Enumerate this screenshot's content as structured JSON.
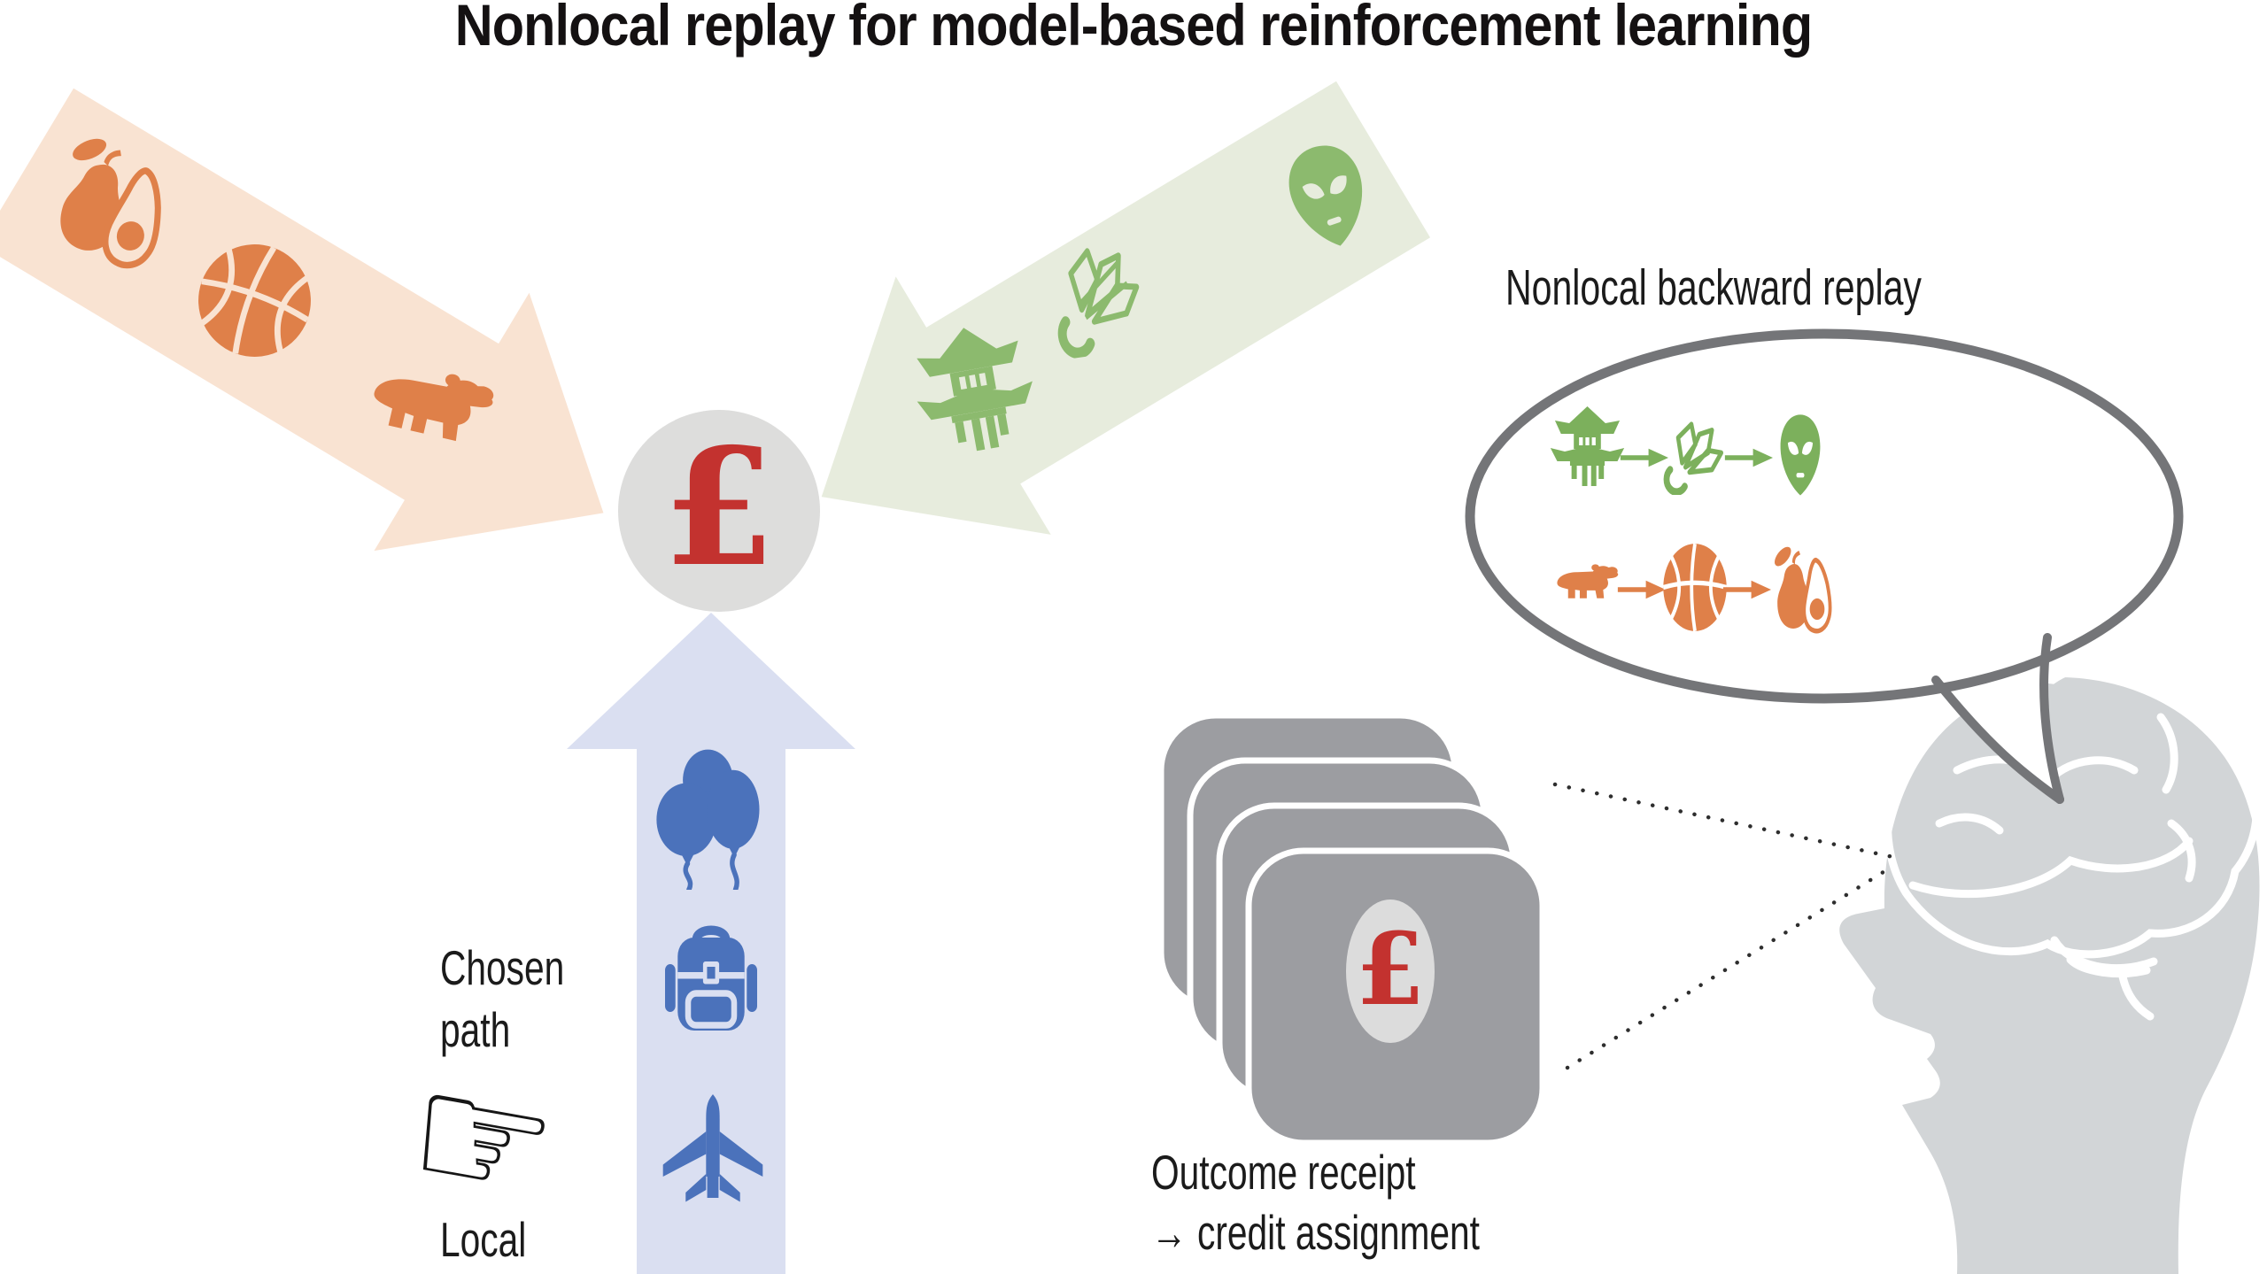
{
  "title": "Nonlocal replay for model-based reinforcement learning",
  "reward": {
    "symbol": "£"
  },
  "chosen": {
    "line1": "Chosen",
    "line2": "path",
    "local": "Local"
  },
  "bubble": {
    "label": "Nonlocal backward replay",
    "rows": [
      {
        "color": "green",
        "sequence": [
          "pagoda",
          "shuttlecock",
          "alien"
        ]
      },
      {
        "color": "orange",
        "sequence": [
          "bear",
          "basketball",
          "avocado"
        ]
      }
    ]
  },
  "outcome": {
    "line1": "Outcome receipt",
    "arrow": "→",
    "line2": "credit assignment",
    "symbol": "£"
  },
  "icons": {
    "hand_pointer": "☞"
  },
  "paths": {
    "left_nonlocal": {
      "items": [
        "avocado",
        "basketball",
        "bear"
      ],
      "icon_color": "#df8049",
      "band_color": "#f9e3d2"
    },
    "right_nonlocal": {
      "items": [
        "pagoda",
        "shuttlecock",
        "alien"
      ],
      "icon_color": "#8cba6e",
      "band_color": "#e7ecdd"
    },
    "chosen_local": {
      "items": [
        "balloons",
        "backpack",
        "airplane"
      ],
      "icon_color": "#4b72bb",
      "band_color": "#dadff1"
    }
  },
  "colors": {
    "reward_red": "#c3322f",
    "coin_gray": "#dddddc",
    "card_gray": "#9c9da1",
    "head_gray": "#d2d5d7",
    "bubble_stroke": "#747578",
    "text": "#1b1b1b"
  }
}
